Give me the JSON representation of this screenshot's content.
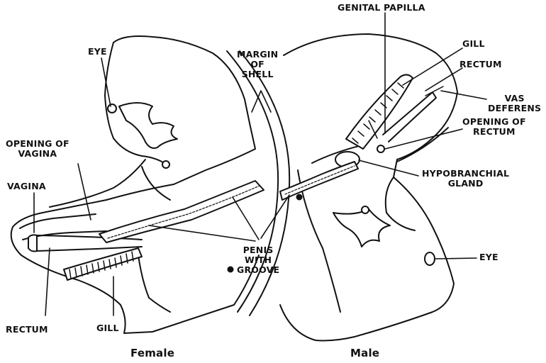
{
  "labels": {
    "genital_papilla": "GENITAL PAPILLA",
    "gill_male": "GILL",
    "rectum_male": "RECTUM",
    "vas_deferens": [
      "VAS",
      "DEFERENS"
    ],
    "opening_of_rectum": [
      "OPENING OF",
      "RECTUM"
    ],
    "hypobranchial_gland": [
      "HYPOBRANCHIAL",
      "GLAND"
    ],
    "eye_male": "EYE",
    "margin_of_shell": [
      "MARGIN",
      "OF",
      "SHELL"
    ],
    "eye_female": "EYE",
    "opening_of_vagina": [
      "OPENING OF",
      "VAGINA"
    ],
    "vagina": "VAGINA",
    "penis_with_groove": [
      "PENIS",
      "WITH",
      "GROOVE"
    ],
    "rectum_female": "RECTUM",
    "gill_female": "GILL"
  },
  "captions": {
    "female": "Female",
    "male": "Male"
  }
}
